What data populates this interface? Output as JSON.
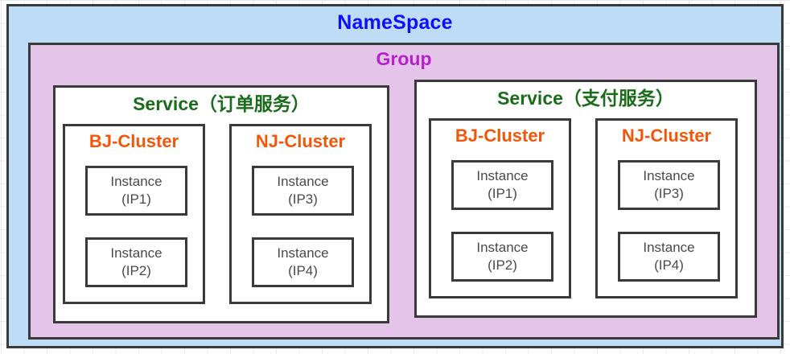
{
  "diagram": {
    "namespace": {
      "label": "NameSpace",
      "color": "#0e0eff",
      "fill": "#bedcf6"
    },
    "group": {
      "label": "Group",
      "color": "#b520cf",
      "fill": "#e5c4ea"
    },
    "service_color": "#1a6b1a",
    "cluster_color": "#f2560a",
    "instance_color": "#4a4a4a",
    "border_color": "#3a3a3a",
    "services": [
      {
        "label": "Service（订单服务）",
        "clusters": [
          {
            "label": "BJ-Cluster",
            "instances": [
              {
                "name": "Instance",
                "ip": "(IP1)"
              },
              {
                "name": "Instance",
                "ip": "(IP2)"
              }
            ]
          },
          {
            "label": "NJ-Cluster",
            "instances": [
              {
                "name": "Instance",
                "ip": "(IP3)"
              },
              {
                "name": "Instance",
                "ip": "(IP4)"
              }
            ]
          }
        ]
      },
      {
        "label": "Service（支付服务）",
        "clusters": [
          {
            "label": "BJ-Cluster",
            "instances": [
              {
                "name": "Instance",
                "ip": "(IP1)"
              },
              {
                "name": "Instance",
                "ip": "(IP2)"
              }
            ]
          },
          {
            "label": "NJ-Cluster",
            "instances": [
              {
                "name": "Instance",
                "ip": "(IP3)"
              },
              {
                "name": "Instance",
                "ip": "(IP4)"
              }
            ]
          }
        ]
      }
    ]
  }
}
